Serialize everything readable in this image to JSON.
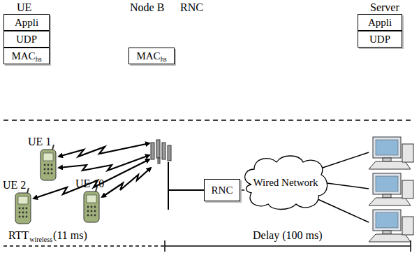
{
  "diagram": {
    "nodes": [
      {
        "text": [
          "Appli"
        ]
      },
      {
        "text": [
          "UDP"
        ]
      },
      {
        "text": [
          "MAC",
          "hs"
        ]
      },
      {
        "text": [
          "MAC",
          "hs"
        ]
      },
      {
        "text": [
          "Appli"
        ]
      },
      {
        "text": [
          "UDP"
        ]
      },
      {
        "text": [
          "RNC"
        ]
      },
      {
        "text": [
          "Wired Network"
        ]
      }
    ],
    "edges": [
      {
        "from": 6,
        "to": 7,
        "arrow": "none"
      }
    ],
    "labels": [
      "UE",
      "Node B",
      "RNC",
      "Server",
      "UE 1",
      "UE 2",
      "UE 10",
      "RTT",
      "wireless",
      "(11 ms)",
      "Delay (100 ms)"
    ]
  }
}
